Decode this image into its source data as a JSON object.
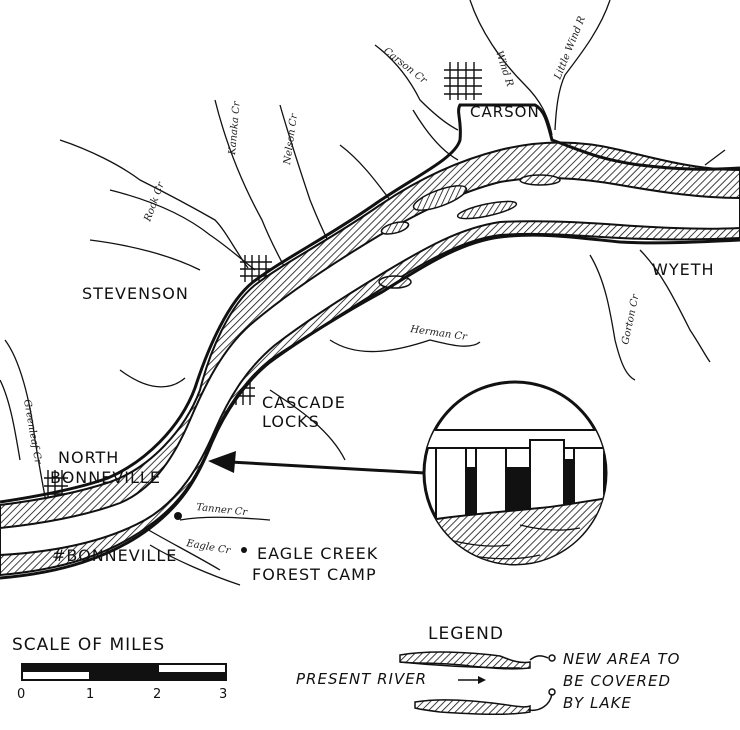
{
  "places": {
    "carson": "CARSON",
    "stevenson": "STEVENSON",
    "wyeth": "WYETH",
    "cascade_locks_1": "CASCADE",
    "cascade_locks_2": "LOCKS",
    "north_bonneville_1": "NORTH",
    "north_bonneville_2": "BONNEVILLE",
    "bonneville": "#BONNEVILLE",
    "eagle_creek_1": "EAGLE CREEK",
    "eagle_creek_2": "FOREST CAMP"
  },
  "creeks": {
    "wind_r": "Wind R",
    "little_wind_r": "Little Wind R",
    "carson_cr": "Carson Cr",
    "kanaka_cr": "Kanaka Cr",
    "nelson_cr": "Nelson Cr",
    "rock_cr": "Rock Cr",
    "herman_cr": "Herman Cr",
    "gorton_cr": "Gorton Cr",
    "greenleaf_cr": "Greenleaf Cr",
    "tanner_cr": "Tanner Cr",
    "eagle_cr": "Eagle Cr"
  },
  "scale": {
    "title": "SCALE OF MILES",
    "ticks": [
      "0",
      "1",
      "2",
      "3"
    ]
  },
  "legend": {
    "title": "LEGEND",
    "present_river": "PRESENT RIVER",
    "new_area_1": "NEW AREA TO",
    "new_area_2": "BE COVERED",
    "new_area_3": "BY LAKE"
  },
  "colors": {
    "ink": "#111111",
    "paper": "#ffffff"
  }
}
